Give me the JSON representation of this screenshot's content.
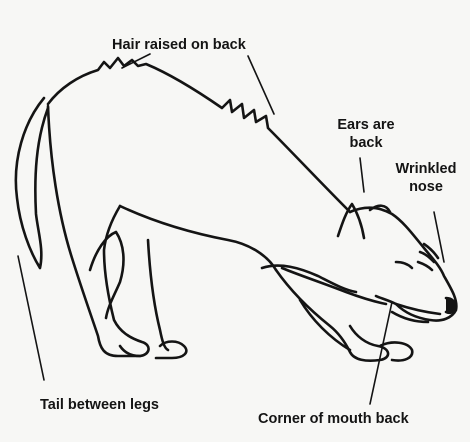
{
  "labels": {
    "hair": "Hair raised on back",
    "ears_line1": "Ears are",
    "ears_line2": "back",
    "nose_line1": "Wrinkled",
    "nose_line2": "nose",
    "tail": "Tail between legs",
    "mouth": "Corner of mouth back"
  },
  "colors": {
    "ink": "#141414",
    "paper": "#f7f7f5"
  }
}
